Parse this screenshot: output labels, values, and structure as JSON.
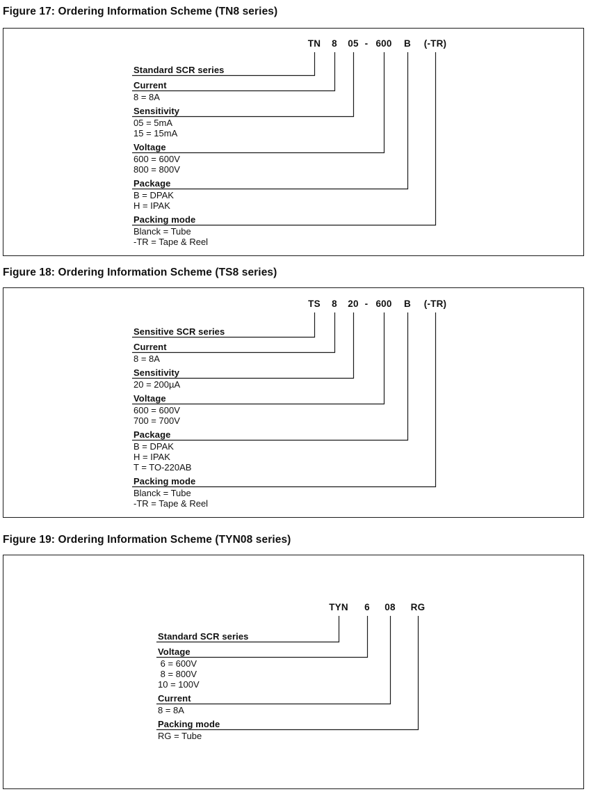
{
  "page": {
    "background": "#ffffff",
    "text_color": "#111111",
    "line_color": "#1a1a1a"
  },
  "figures": [
    {
      "caption": "Figure 17: Ordering Information Scheme (TN8 series)",
      "part_segments": [
        "TN",
        "8",
        "05",
        "-",
        "600",
        "B",
        "(-TR)"
      ],
      "sections": [
        {
          "label": "Standard SCR series",
          "values": []
        },
        {
          "label": "Current",
          "values": [
            "8 = 8A"
          ]
        },
        {
          "label": "Sensitivity",
          "values": [
            "05 = 5mA",
            "15 = 15mA"
          ]
        },
        {
          "label": "Voltage",
          "values": [
            "600 = 600V",
            "800 = 800V"
          ]
        },
        {
          "label": "Package",
          "values": [
            "B = DPAK",
            "H = IPAK"
          ]
        },
        {
          "label": "Packing mode",
          "values": [
            "Blanck = Tube",
            "-TR = Tape & Reel"
          ]
        }
      ]
    },
    {
      "caption": "Figure 18: Ordering Information Scheme (TS8 series)",
      "part_segments": [
        "TS",
        "8",
        "20",
        "-",
        "600",
        "B",
        "(-TR)"
      ],
      "sections": [
        {
          "label": "Sensitive SCR series",
          "values": []
        },
        {
          "label": "Current",
          "values": [
            "8 = 8A"
          ]
        },
        {
          "label": "Sensitivity",
          "values": [
            "20 = 200µA"
          ]
        },
        {
          "label": "Voltage",
          "values": [
            "600 = 600V",
            "700 = 700V"
          ]
        },
        {
          "label": "Package",
          "values": [
            "B = DPAK",
            "H = IPAK",
            "T = TO-220AB"
          ]
        },
        {
          "label": "Packing mode",
          "values": [
            "Blanck = Tube",
            "-TR = Tape & Reel"
          ]
        }
      ]
    },
    {
      "caption": "Figure 19: Ordering Information Scheme (TYN08 series)",
      "part_segments": [
        "TYN",
        "6",
        "08",
        "RG"
      ],
      "sections": [
        {
          "label": "Standard SCR series",
          "values": []
        },
        {
          "label": "Voltage",
          "values": [
            " 6 = 600V",
            " 8 = 800V",
            "10 = 100V"
          ]
        },
        {
          "label": "Current",
          "values": [
            "8 = 8A"
          ]
        },
        {
          "label": "Packing mode",
          "values": [
            "RG = Tube"
          ]
        }
      ]
    }
  ]
}
